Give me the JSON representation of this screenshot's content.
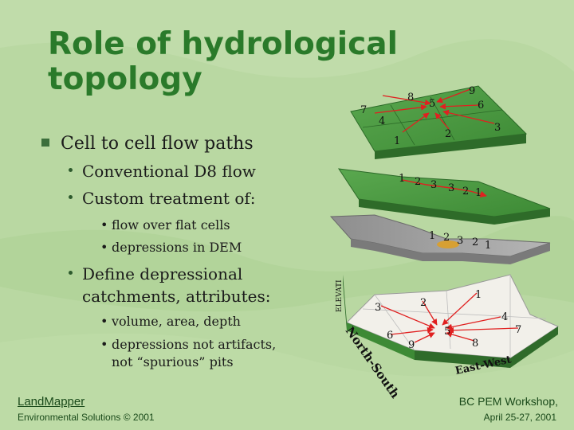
{
  "title": [
    "Role of hydrological",
    "topology"
  ],
  "main_bullet": "Cell to cell flow paths",
  "sub_bullets": {
    "d8": "Conventional D8 flow",
    "custom": "Custom treatment of:",
    "define_line1": "Define depressional",
    "define_line2": "catchments, attributes:"
  },
  "custom_items": [
    "flow over flat cells",
    "depressions in DEM"
  ],
  "attribute_items": [
    "volume, area, depth",
    "depressions not artifacts,",
    "not “spurious” pits"
  ],
  "diagram_top_numbers": [
    "9",
    "8",
    "5",
    "6",
    "7",
    "4",
    "3",
    "2",
    "1"
  ],
  "diagram_mid_numbers": [
    "1",
    "2",
    "3",
    "3",
    "2",
    "1"
  ],
  "diagram_low_numbers": [
    "1",
    "2",
    "3",
    "2",
    "1"
  ],
  "diagram_bottom": {
    "numbers": [
      "1",
      "2",
      "3",
      "4",
      "5",
      "6",
      "7",
      "8",
      "9"
    ],
    "axis_left_rotated": "ELEVATI",
    "axis_left": "North-South",
    "axis_right": "East-West"
  },
  "footer": {
    "left_title": "LandMapper",
    "left_sub": "Environmental Solutions © 2001",
    "right_title": "BC PEM Workshop,",
    "right_sub": "April 25-27, 2001"
  },
  "colors": {
    "title": "#2a7a2a",
    "background": "#b9d8a2",
    "surface_top": "#3f8f37",
    "surface_side": "#2f6b2a",
    "arrow": "#e02020"
  }
}
